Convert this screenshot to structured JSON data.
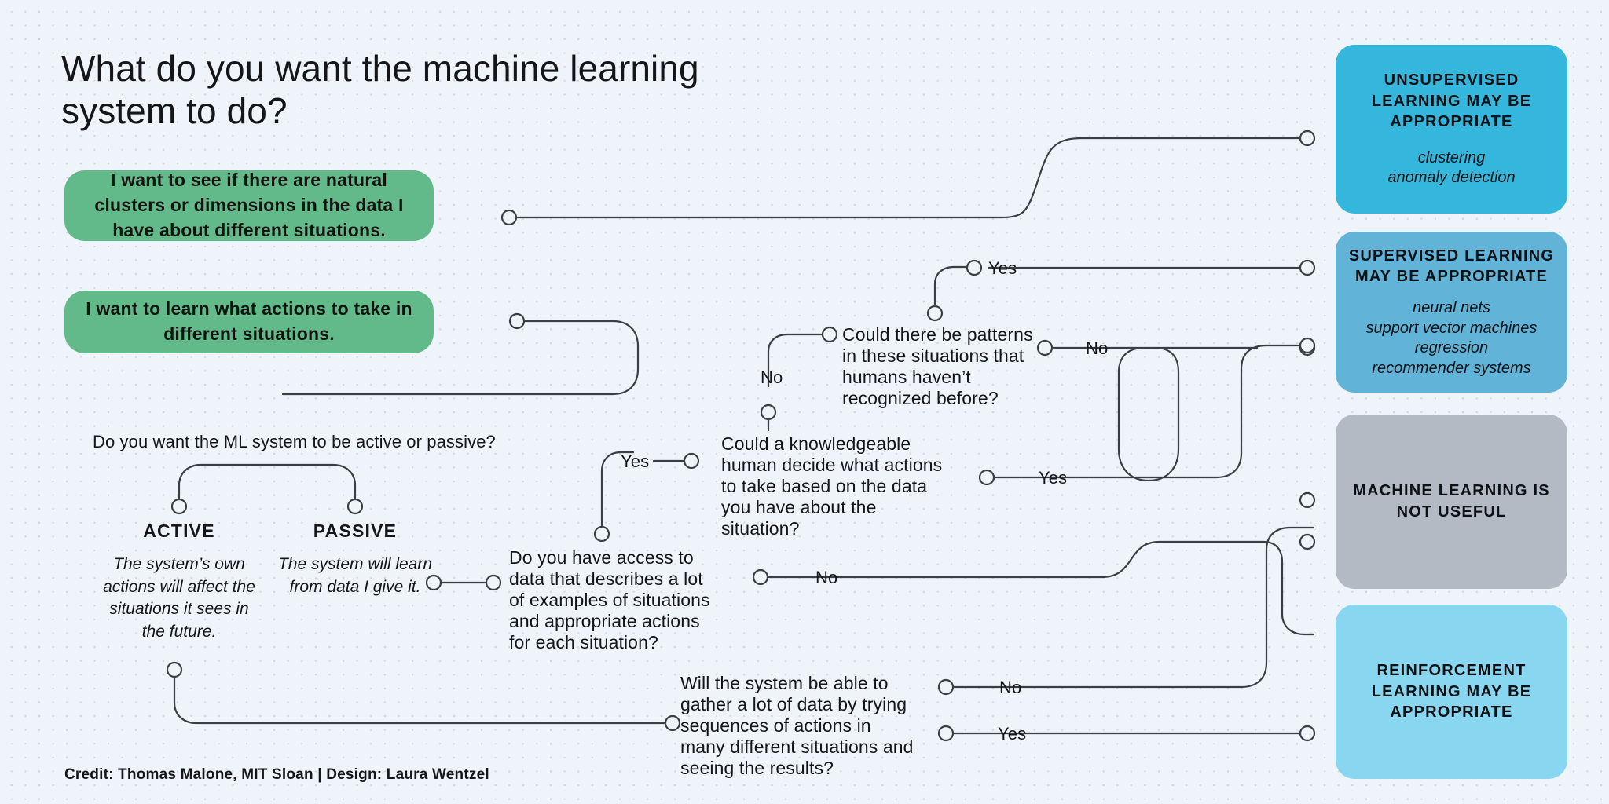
{
  "page": {
    "title": "What do you want the machine learning system to do?",
    "credit": "Credit: Thomas Malone, MIT Sloan | Design: Laura Wentzel",
    "bg_color": "#eff4fa",
    "wire_color": "#3a3f46"
  },
  "start_options": [
    {
      "id": "start-clusters",
      "text": "I want to see if there are natural clusters or dimensions in the data I have about different situations.",
      "color": "#62b98a"
    },
    {
      "id": "start-actions",
      "text": "I want to learn what actions to take in different situations.",
      "color": "#62b98a"
    }
  ],
  "questions": {
    "active_passive": "Do you want the ML system to be active or passive?",
    "patterns": "Could there be patterns in these situations that humans haven’t recognized before?",
    "knowledgeable_human": "Could a knowledgeable human decide what actions to take based on the data you have about the situation?",
    "data_access": "Do you have access to data that describes a lot of examples of situations and appropriate actions for each situation?",
    "gather_data": "Will the system be able to gather a lot of data by trying sequences of actions in many different situations and seeing the results?"
  },
  "branches": {
    "patterns_yes": "Yes",
    "patterns_no_left": "No",
    "patterns_no_right": "No",
    "human_yes": "Yes",
    "data_yes": "Yes",
    "data_no": "No",
    "gather_no": "No",
    "gather_yes": "Yes"
  },
  "active_passive": [
    {
      "name": "ACTIVE",
      "desc": "The system’s own actions will affect the situations it sees in the future."
    },
    {
      "name": "PASSIVE",
      "desc": "The system will learn from data I give it."
    }
  ],
  "outcomes": [
    {
      "id": "unsupervised",
      "heading": "UNSUPERVISED LEARNING MAY BE APPROPRIATE",
      "sub": "clustering\nanomaly detection",
      "color": "#35b6dd"
    },
    {
      "id": "supervised",
      "heading": "SUPERVISED LEARNING MAY BE APPROPRIATE",
      "sub": "neural nets\nsupport vector machines\nregression\nrecommender systems",
      "color": "#62b3d8"
    },
    {
      "id": "not-useful",
      "heading": "MACHINE LEARNING IS NOT USEFUL",
      "sub": "",
      "color": "#b3bac4"
    },
    {
      "id": "reinforcement",
      "heading": "REINFORCEMENT LEARNING MAY BE APPROPRIATE",
      "sub": "",
      "color": "#88d6ef"
    }
  ]
}
